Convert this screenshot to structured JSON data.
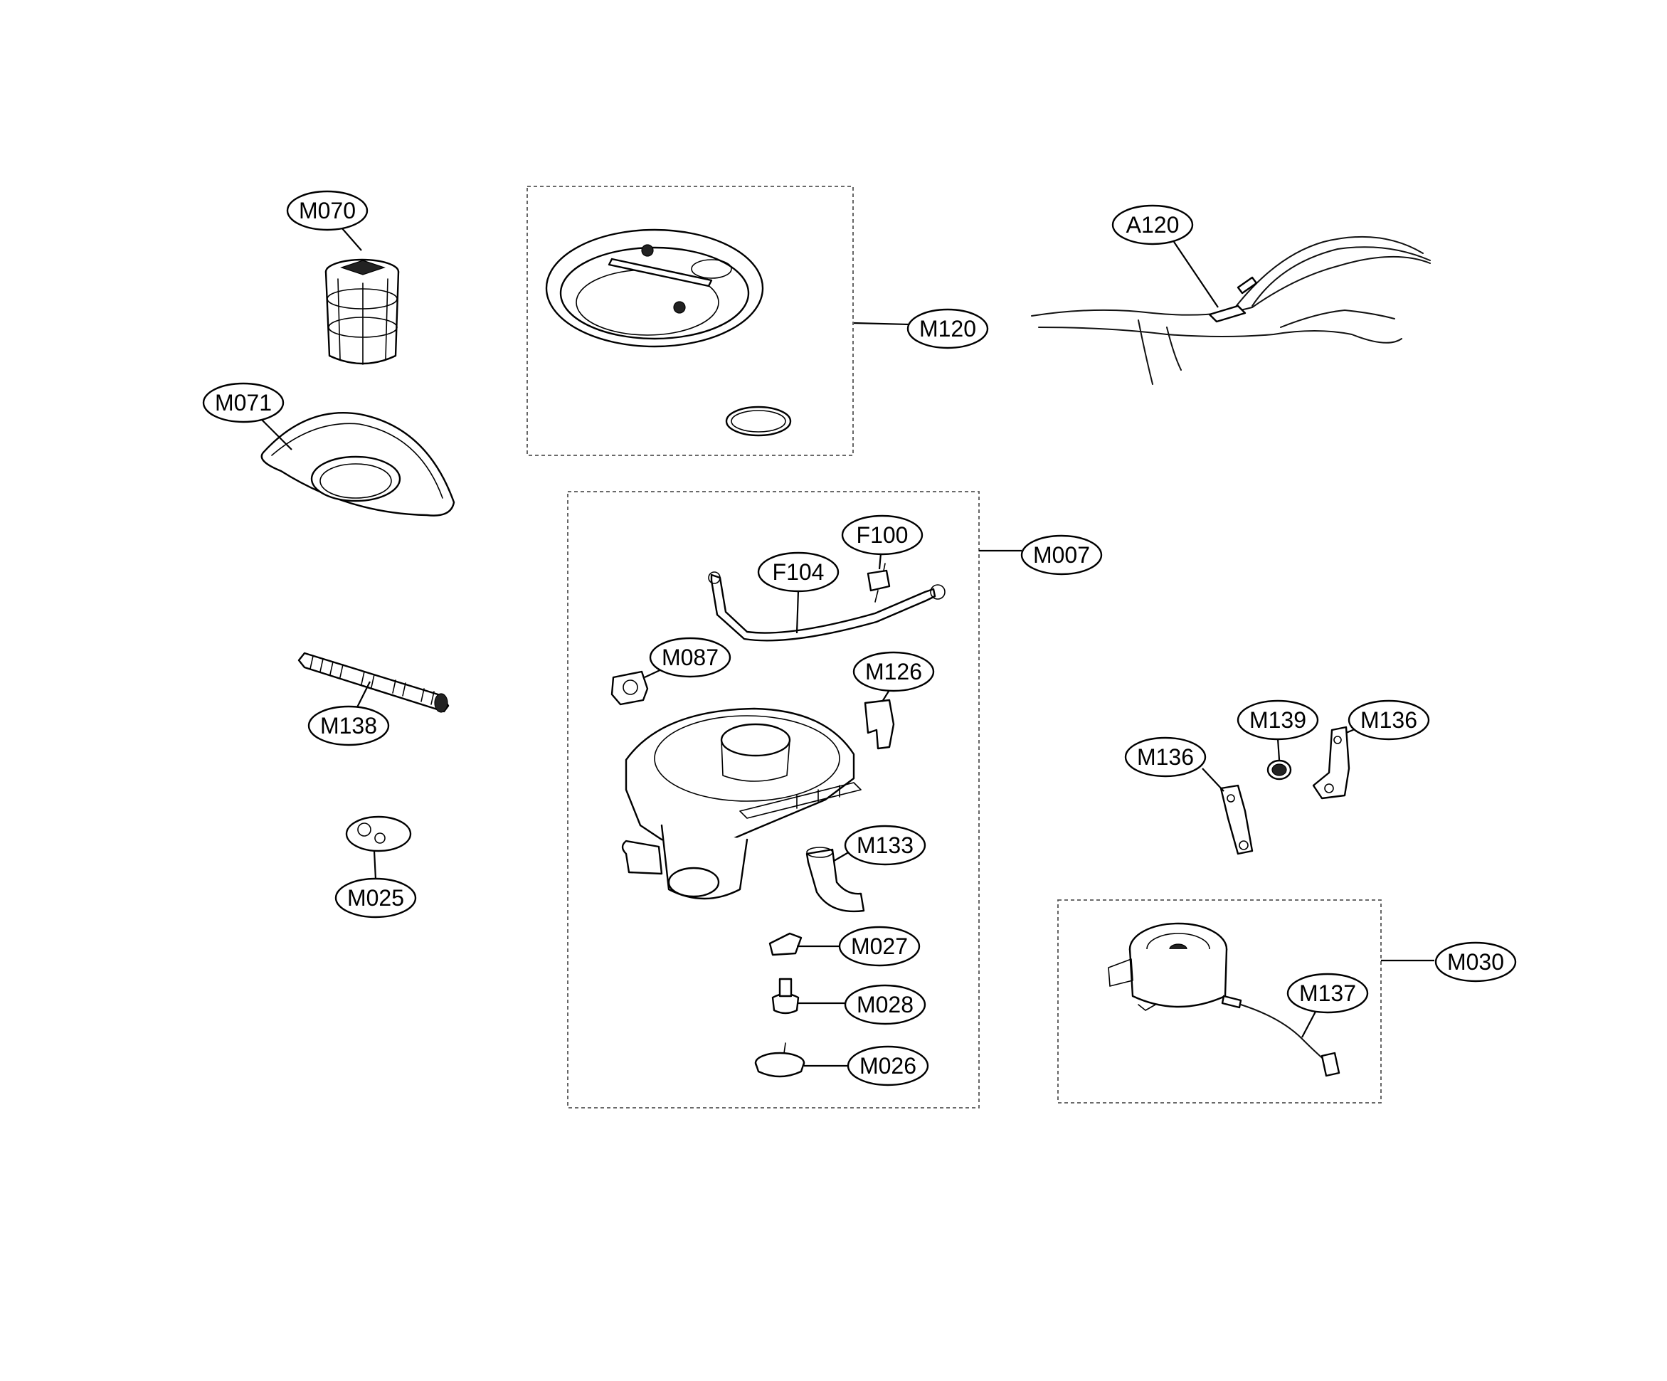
{
  "callouts": {
    "m070": "M070",
    "m071": "M071",
    "m138": "M138",
    "m025": "M025",
    "m120": "M120",
    "a120": "A120",
    "f100": "F100",
    "f104": "F104",
    "m007": "M007",
    "m087": "M087",
    "m126": "M126",
    "m133": "M133",
    "m027": "M027",
    "m028": "M028",
    "m026": "M026",
    "m139": "M139",
    "m136_left": "M136",
    "m136_right": "M136",
    "m030": "M030",
    "m137": "M137"
  },
  "colors": {
    "line": "#000000",
    "background": "#ffffff"
  }
}
